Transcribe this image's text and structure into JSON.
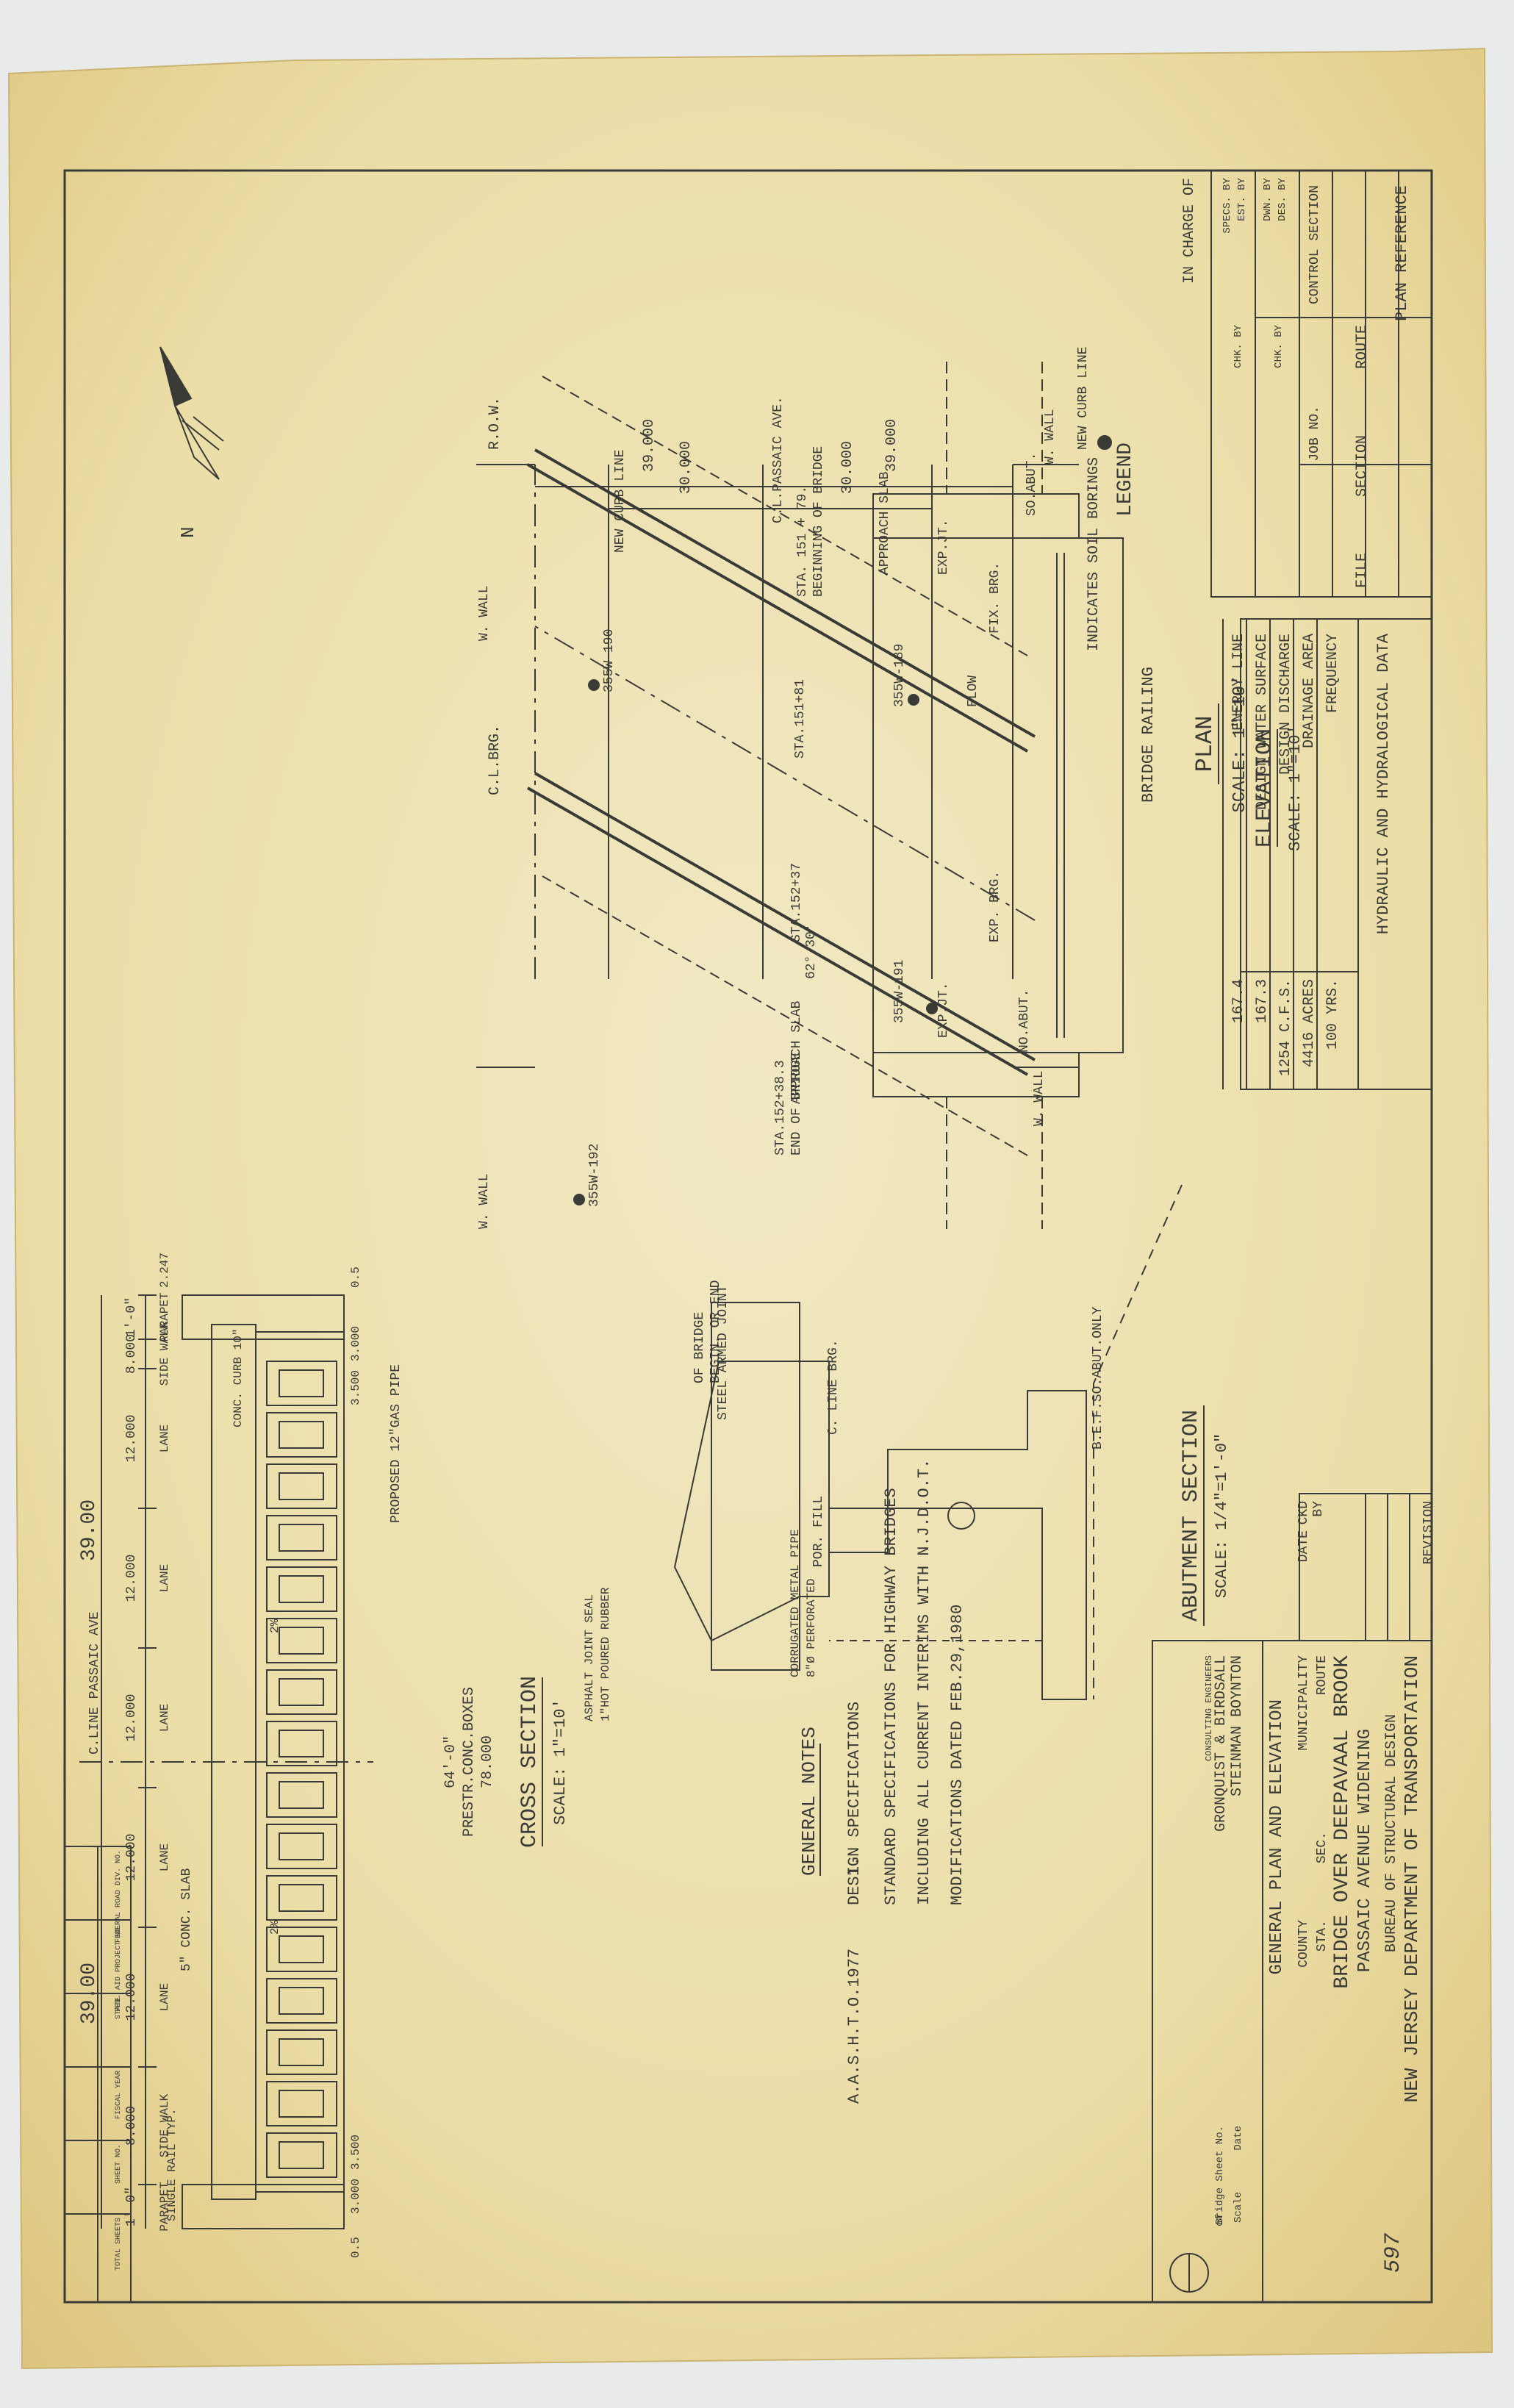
{
  "north_label": "N",
  "legend": {
    "title": "LEGEND",
    "text": "INDICATES SOIL BORINGS"
  },
  "plan": {
    "title": "PLAN",
    "scale": "SCALE: 1\"=10'",
    "dim_top_1": "39.000",
    "dim_top_2": "39.000",
    "dim_mid_1": "30.000",
    "dim_mid_2": "30.000",
    "labels": {
      "row": "R.O.W.",
      "cl_brg": "C.L.BRG.",
      "w_wall": "W. WALL",
      "new_curb": "NEW CURB LINE",
      "cl_passaic": "C.L.PASSAIC AVE.",
      "approach": "APPROACH SLAB",
      "so_abut": "SO.ABUT.",
      "no_abut": "NO.ABUT.",
      "flow": "FLOW",
      "begin_bridge": "BEGINNING OF BRIDGE",
      "begin_sta": "STA. 151 + 79.",
      "cl_brg_sta1": "STA.151+81",
      "cl_brg_sta2": "STA.152+37",
      "end_bridge": "END OF BRIDGE",
      "end_sta": "STA.152+38.3",
      "angle": "62° 30'"
    },
    "borings": [
      "355W-190",
      "355W-189",
      "355W-191",
      "355W-192"
    ]
  },
  "elevation": {
    "title": "ELEVATION",
    "scale": "SCALE: 1\"=10'",
    "labels": {
      "railing": "BRIDGE RAILING",
      "exp_jt": "EXP.JT.",
      "fix_brg": "FIX. BRG.",
      "exp_brg": "EXP. BRG."
    }
  },
  "hydraulic": {
    "title": "HYDRAULIC AND HYDRALOGICAL DATA",
    "rows": [
      {
        "label": "FREQUENCY",
        "value": "100 YRS."
      },
      {
        "label": "DRAINAGE AREA",
        "value": "4416 ACRES"
      },
      {
        "label": "DESIGN DISCHARGE",
        "value": "1254 C.F.S."
      },
      {
        "label": "DESIGN WATER SURFACE",
        "value": "167.3"
      },
      {
        "label": "ENERGY LINE",
        "value": "167.4"
      }
    ]
  },
  "cross_section": {
    "title": "CROSS SECTION",
    "scale": "SCALE: 1\"=10'",
    "half_width_1": "39.00",
    "half_width_2": "39.00",
    "dims": [
      "1'-0\"",
      "8.000",
      "12.000",
      "12.000",
      "12.000",
      "12.000",
      "12.000",
      "8.000",
      "1'-0\""
    ],
    "dim_labels": [
      "PARAPET",
      "SIDE WALK",
      "LANE",
      "LANE",
      "LANE",
      "LANE",
      "LANE",
      "SIDE WALK",
      "PARAPET"
    ],
    "cl_passaic": "C.LINE PASSAIC AVE",
    "labels": {
      "conc_curb": "CONC. CURB 10\"",
      "gas_pipe": "PROPOSED 12\"GAS PIPE",
      "slope1": "2%",
      "slope2": "2%",
      "conc_slab": "5\" CONC. SLAB",
      "single_rail": "SINGLE RAIL TYP.",
      "boxes_1": "64'-0\"",
      "boxes_2": "PRESTR.CONC.BOXES",
      "boxes_3": "78.000",
      "d_247": "2.247",
      "d_05a": "0.5",
      "d_3000": "3.000",
      "d_3500": "3.500",
      "d_05b": "0.5",
      "d_3000b": "3.000",
      "d_3500b": "3.500"
    }
  },
  "abutment": {
    "title": "ABUTMENT SECTION",
    "scale": "SCALE: 1/4\"=1'-0\"",
    "labels": {
      "begin_end": "BEGIN. OR END",
      "of_bridge": "OF BRIDGE",
      "steel_joint": "STEEL ARMED JOINT",
      "c_line_brg": "C. LINE BRG.",
      "rubber_1": "1\"HOT POURED RUBBER",
      "rubber_2": "ASPHALT JOINT SEAL",
      "por_fill": "POR. FILL",
      "pipe_1": "8\"Ø PERFORATED",
      "pipe_2": "CORRUGATED METAL PIPE",
      "befso": "B.E.F.SO.ABUT.ONLY"
    }
  },
  "notes": {
    "title": "GENERAL NOTES",
    "num": "1.",
    "spec_title": "DESIGN SPECIFICATIONS",
    "spec_rest": "A.A.S.H.T.O.1977",
    "lines": [
      "STANDARD SPECIFICATIONS FOR HIGHWAY BRIDGES",
      "INCLUDING ALL CURRENT INTERIMS WITH N.J.D.O.T.",
      "MODIFICATIONS DATED FEB.29,1980"
    ]
  },
  "plan_ref": {
    "title": "PLAN REFERENCE",
    "headers": [
      "ROUTE",
      "SECTION",
      "FILE"
    ],
    "control_section": "CONTROL SECTION",
    "job_no": "JOB NO.",
    "rows": [
      "DES. BY",
      "DWN. BY",
      "EST. BY",
      "SPECS. BY"
    ],
    "chk": [
      "CHK. BY",
      "CHK. BY"
    ],
    "in_charge": "IN CHARGE OF"
  },
  "revision": {
    "cols": [
      "REVISION",
      "BY",
      "CKD",
      "DATE"
    ]
  },
  "title_block": {
    "agency": "NEW JERSEY DEPARTMENT OF TRANSPORTATION",
    "bureau": "BUREAU OF STRUCTURAL DESIGN",
    "project": "PASSAIC AVENUE WIDENING",
    "bridge": "BRIDGE OVER DEEPAVAAL BROOK",
    "route": "ROUTE",
    "sec": "SEC.",
    "sta": "STA.",
    "municipality": "MUNICIPALITY",
    "county": "COUNTY",
    "sheet_title": "GENERAL PLAN AND ELEVATION",
    "firm_1": "STEINMAN BOYNTON",
    "firm_2": "GRONQUIST & BIRDSALL",
    "firm_3": "CONSULTING ENGINEERS",
    "date": "Date",
    "scale": "Scale",
    "sheet_no": "Bridge Sheet No.",
    "of": "of"
  },
  "fed_block": [
    "FEDERAL ROAD DIV. NO.",
    "FED. AID PROJECT NO.",
    "STATE",
    "FISCAL YEAR",
    "SHEET NO.",
    "TOTAL SHEETS"
  ],
  "handwritten_page": "597",
  "colors": {
    "paper": "#ede3b4",
    "paper_edge": "#d9c276",
    "ink": "#3a3a36"
  }
}
